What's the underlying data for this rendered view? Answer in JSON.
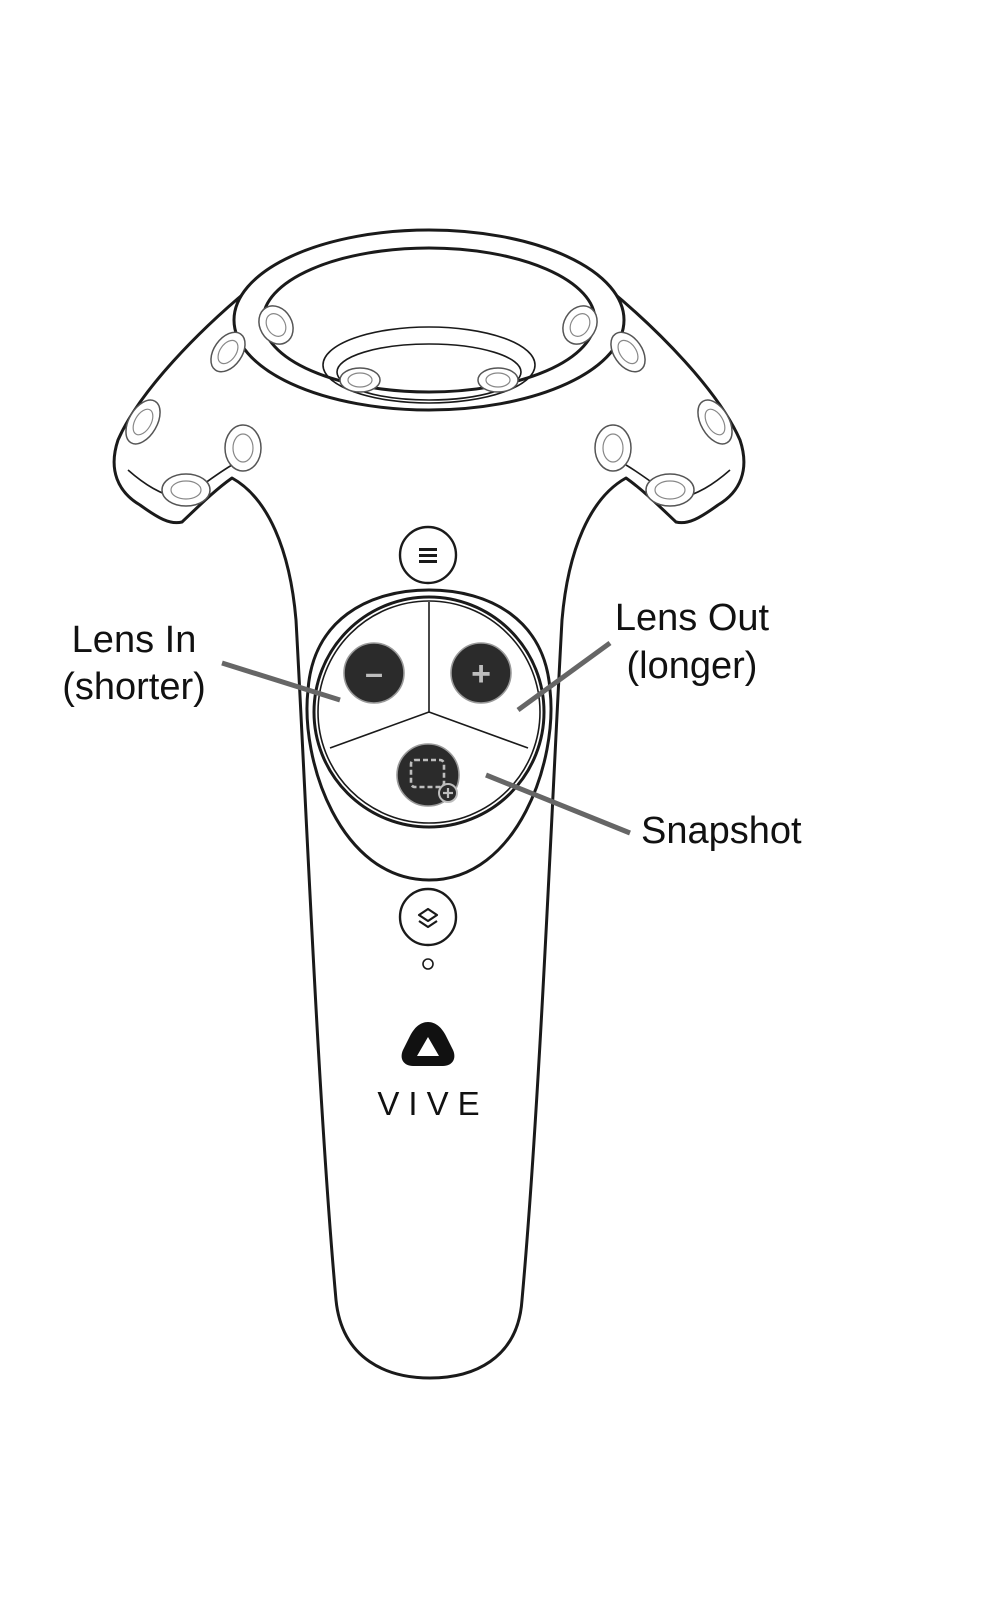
{
  "labels": {
    "lens_in": {
      "line1": "Lens In",
      "line2": "(shorter)"
    },
    "lens_out": {
      "line1": "Lens Out",
      "line2": "(longer)"
    },
    "snapshot": "Snapshot"
  },
  "brand": {
    "wordmark": "VIVE",
    "logo_icon": "vive-triangle-logo-icon"
  },
  "buttons": {
    "minus_symbol": "–",
    "plus_symbol": "+"
  },
  "icons": {
    "menu": "menu-icon",
    "system": "layers-icon",
    "snapshot": "screenshot-icon"
  },
  "colors": {
    "outline": "#1a1a1a",
    "button_fill": "#2b2b2b",
    "leader_line": "#666666",
    "background": "#ffffff"
  }
}
